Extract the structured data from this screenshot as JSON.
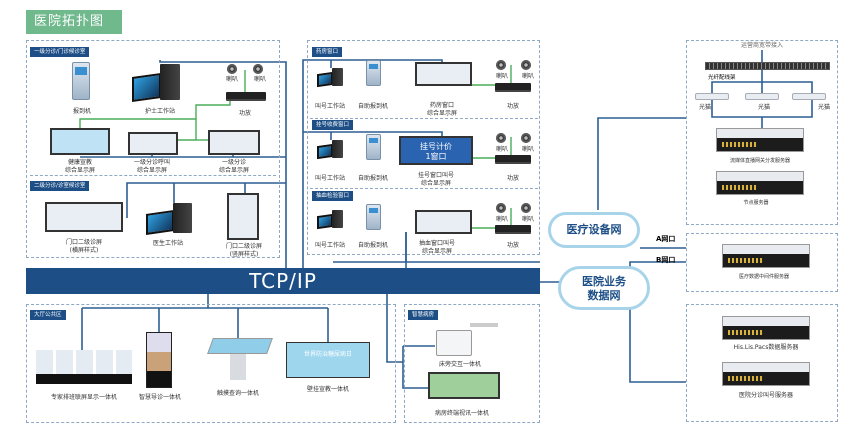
{
  "title": "医院拓扑图",
  "left": {
    "header1": "一级分诊/门诊候诊室",
    "header2": "二级分诊/诊室候诊室",
    "checkin": "报到机",
    "nurse": "护士工作站",
    "speaker": "喇叭",
    "amp": "功放",
    "health_l1": "健康宣教",
    "health_l2": "综合显示屏",
    "call_l1": "一级分诊呼叫",
    "call_l2": "综合显示屏",
    "triage_l1": "一级分诊",
    "triage_l2": "综合显示屏",
    "door_h_l1": "门口二级诊屏",
    "door_h_l2": "(横屏样式)",
    "doctor": "医生工作站",
    "door_v_l1": "门口二级诊屏",
    "door_v_l2": "(竖屏样式)"
  },
  "middle": {
    "rows": [
      {
        "header": "药房窗口",
        "ws": "叫号工作站",
        "kiosk": "自助报到机",
        "screen_l1": "药房窗口",
        "screen_l2": "综合显示屏",
        "speaker": "喇叭",
        "amp": "功放"
      },
      {
        "header": "挂号收费窗口",
        "ws": "叫号工作站",
        "kiosk": "自助报到机",
        "screen_l1": "挂号窗口叫号",
        "screen_l2": "综合显示屏",
        "screen_text1": "挂号计价",
        "screen_text2": "1窗口",
        "speaker": "喇叭",
        "amp": "功放"
      },
      {
        "header": "抽血检验窗口",
        "ws": "叫号工作站",
        "kiosk": "自助报到机",
        "screen_l1": "抽血窗口叫号",
        "screen_l2": "综合显示屏",
        "speaker": "喇叭",
        "amp": "功放"
      }
    ]
  },
  "tcp": "TCP/IP",
  "hall": {
    "header": "大厅公共区",
    "expert": "专家排班联屏显示一体机",
    "guide": "智慧导诊一体机",
    "touch": "触摸查询一体机",
    "wall": "壁挂宣教一体机",
    "wall_screen": "世界防治糖尿病日"
  },
  "ward": {
    "header": "智慧病房",
    "bedside": "床旁交互一体机",
    "terminal": "病房终端视讯一体机"
  },
  "clouds": {
    "device_net": "医疗设备网",
    "biz_l1": "医院业务",
    "biz_l2": "数据网"
  },
  "ports": {
    "a": "A网口",
    "b": "B网口"
  },
  "right": {
    "isp": "运营商宽带接入",
    "patch": "光纤配线架",
    "modem": "光猫",
    "stream": "流媒体直播网关分发服务器",
    "node": "节点服务器",
    "middleware": "医疗数据中间件服务器",
    "his": "His.Lis.Pacs数据服务器",
    "queue": "医院分诊叫号服务器"
  }
}
